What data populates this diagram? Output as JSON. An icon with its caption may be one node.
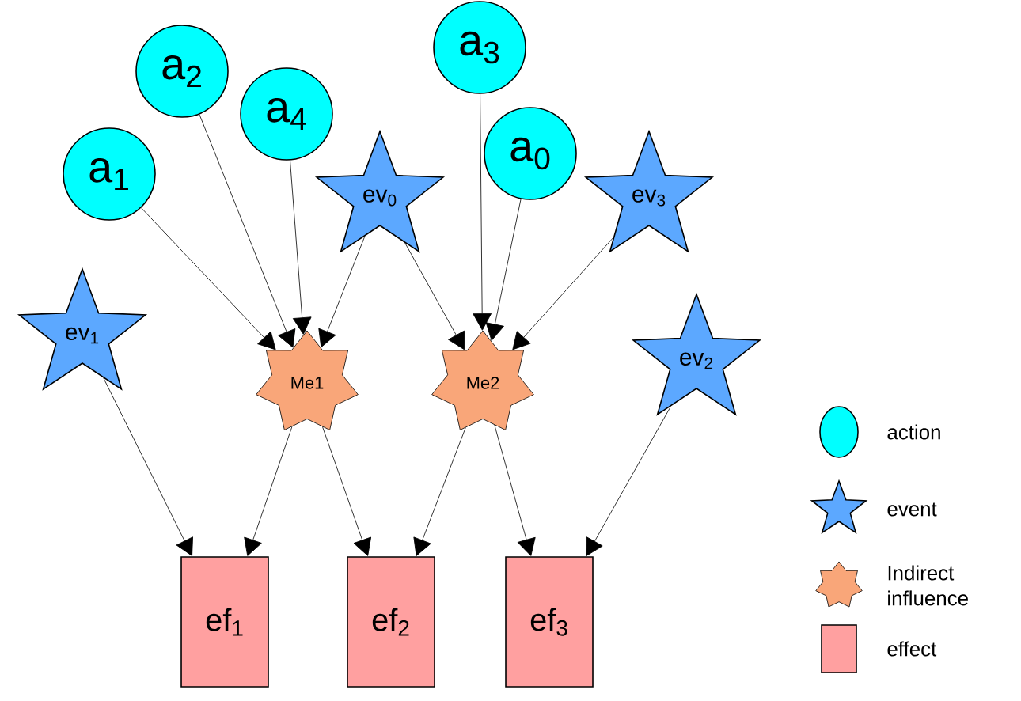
{
  "diagram": {
    "nodes": [
      {
        "text": [
          "a$_{2}$"
        ]
      },
      {
        "text": [
          "a$_{3}$"
        ]
      },
      {
        "text": [
          "a$_{4}$"
        ]
      },
      {
        "text": [
          "a$_{0}$"
        ]
      },
      {
        "text": [
          "a$_{1}$"
        ]
      },
      {
        "text": [
          "ev$_{0}$"
        ]
      },
      {
        "text": [
          "ev$_{3}$"
        ]
      },
      {
        "text": [
          "ev$_{1}$"
        ]
      },
      {
        "text": [
          "ev$_{2}$"
        ]
      },
      {
        "text": [
          "Me1"
        ]
      },
      {
        "text": [
          "Me2"
        ]
      },
      {
        "text": [
          "ef$_{1}$"
        ]
      },
      {
        "text": [
          "ef$_{2}$"
        ]
      },
      {
        "text": [
          "ef$_{3}$"
        ]
      }
    ],
    "edges": [
      {
        "from": 4,
        "to": 9,
        "arrow": "to"
      },
      {
        "from": 0,
        "to": 9,
        "arrow": "to"
      },
      {
        "from": 2,
        "to": 9,
        "arrow": "to"
      },
      {
        "from": 5,
        "to": 9,
        "arrow": "to"
      },
      {
        "from": 5,
        "to": 10,
        "arrow": "to"
      },
      {
        "from": 1,
        "to": 10,
        "arrow": "to"
      },
      {
        "from": 3,
        "to": 10,
        "arrow": "to"
      },
      {
        "from": 6,
        "to": 10,
        "arrow": "to"
      },
      {
        "from": 7,
        "to": 11,
        "arrow": "to"
      },
      {
        "from": 9,
        "to": 11,
        "arrow": "to"
      },
      {
        "from": 9,
        "to": 12,
        "arrow": "to"
      },
      {
        "from": 10,
        "to": 12,
        "arrow": "to"
      },
      {
        "from": 10,
        "to": 13,
        "arrow": "to"
      },
      {
        "from": 8,
        "to": 13,
        "arrow": "to"
      }
    ],
    "legend": [
      {
        "text": "action"
      },
      {
        "text": "event"
      },
      {
        "text": "Indirect influence"
      },
      {
        "text": "effect"
      }
    ]
  }
}
